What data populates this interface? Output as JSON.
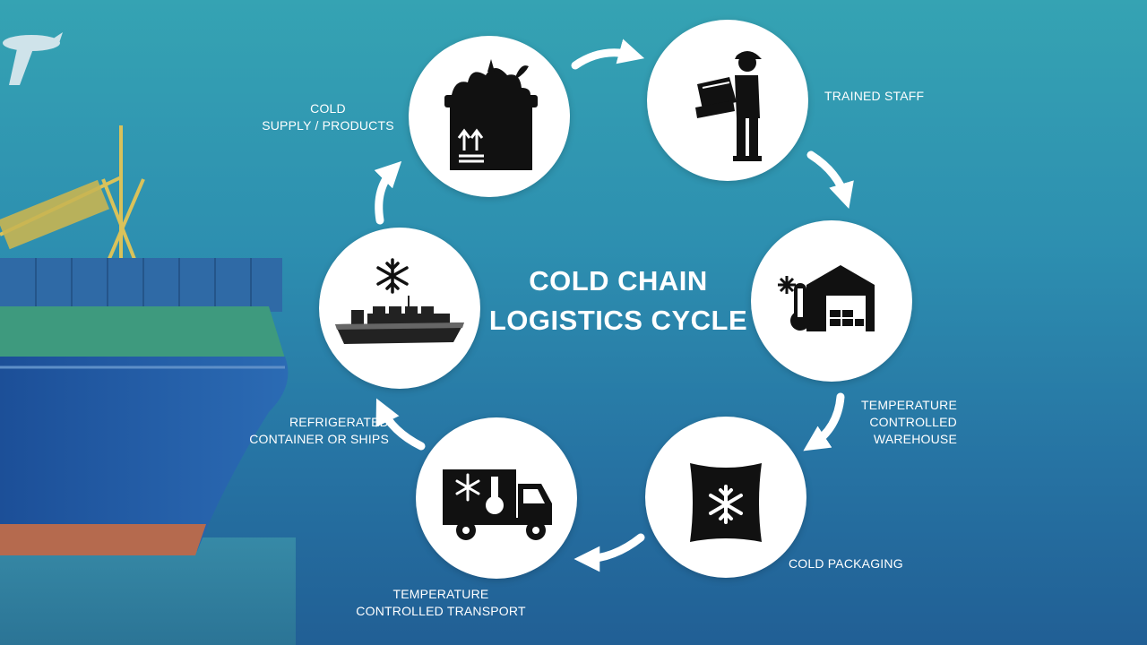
{
  "title": {
    "line1": "COLD CHAIN",
    "line2": "LOGISTICS CYCLE"
  },
  "steps": [
    {
      "id": "cold-supply",
      "label_lines": [
        "COLD",
        "SUPPLY / PRODUCTS"
      ],
      "icon": "produce-box-icon"
    },
    {
      "id": "trained-staff",
      "label_lines": [
        "TRAINED STAFF"
      ],
      "icon": "worker-icon"
    },
    {
      "id": "warehouse",
      "label_lines": [
        "TEMPERATURE",
        "CONTROLLED",
        "WAREHOUSE"
      ],
      "icon": "warehouse-icon"
    },
    {
      "id": "packaging",
      "label_lines": [
        "COLD PACKAGING"
      ],
      "icon": "cold-bag-icon"
    },
    {
      "id": "transport",
      "label_lines": [
        "TEMPERATURE",
        "CONTROLLED TRANSPORT"
      ],
      "icon": "refrigerated-truck-icon"
    },
    {
      "id": "ships",
      "label_lines": [
        "REFRIGERATED",
        "CONTAINER OR SHIPS"
      ],
      "icon": "cargo-ship-icon"
    }
  ],
  "colors": {
    "background_top": "#35a3b3",
    "background_bottom": "#215f95",
    "circle": "#ffffff",
    "icon": "#111111",
    "text": "#ffffff"
  }
}
